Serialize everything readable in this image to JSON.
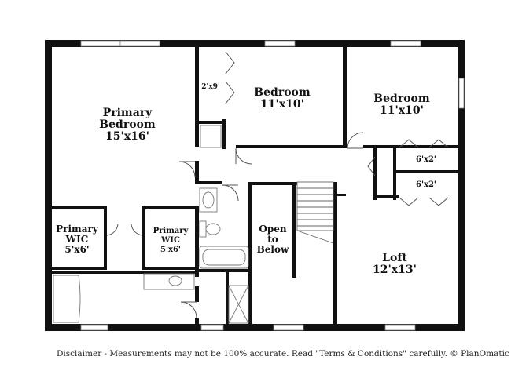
{
  "rooms": {
    "primary_bedroom": {
      "name_line1": "Primary",
      "name_line2": "Bedroom",
      "dims": "15'x16'"
    },
    "bedroom_center": {
      "name": "Bedroom",
      "dims": "11'x10'"
    },
    "bedroom_right": {
      "name": "Bedroom",
      "dims": "11'x10'"
    },
    "closet_small": {
      "dims": "2'x9'"
    },
    "wic_left": {
      "name_line1": "Primary",
      "name_line2": "WIC",
      "dims": "5'x6'"
    },
    "wic_right": {
      "name_line1": "Primary",
      "name_line2": "WIC",
      "dims": "5'x6'"
    },
    "open_to_below": {
      "line1": "Open",
      "line2": "to",
      "line3": "Below"
    },
    "closet_top": {
      "dims": "6'x2'"
    },
    "closet_bottom": {
      "dims": "6'x2'"
    },
    "loft": {
      "name": "Loft",
      "dims": "12'x13'"
    }
  },
  "footer": {
    "disclaimer": "Disclaimer - Measurements may not be 100% accurate. Read \"Terms & Conditions\" carefully. © PlanOmatic"
  }
}
